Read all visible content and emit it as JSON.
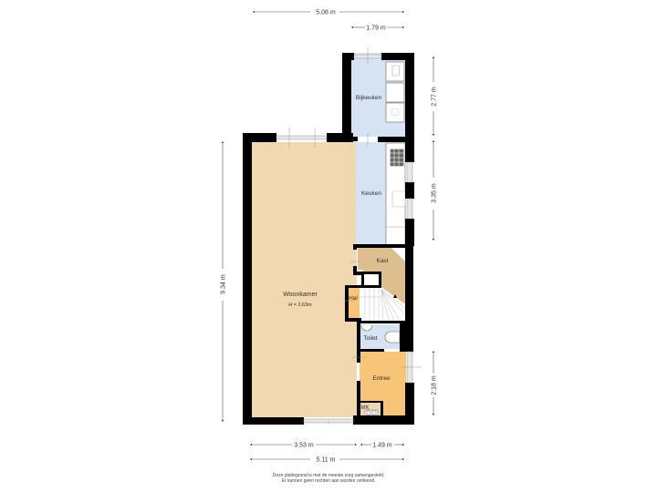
{
  "colors": {
    "wall": "#000000",
    "living": "#F2D8B0",
    "kitchen": "#D5E3F2",
    "storage": "#DDBE8E",
    "hall": "#F8C477",
    "entrance": "#F8C477",
    "window": "#D8D8D8"
  },
  "dimensions": {
    "top_total": "5.08 m",
    "top_partial": "1.79 m",
    "right_top": "2.77 m",
    "right_middle": "3.35 m",
    "right_bottom": "2.18 m",
    "left_height": "9.34 m",
    "bottom_left": "3.53 m",
    "bottom_right": "1.49 m",
    "bottom_total": "5.11 m"
  },
  "rooms": {
    "woonkamer": {
      "name": "Woonkamer",
      "height": "H = 2.63m"
    },
    "bijkeuken": {
      "name": "Bijkeuken"
    },
    "keuken": {
      "name": "Keuken"
    },
    "kast": {
      "name": "Kast"
    },
    "hal": {
      "name": "Hal"
    },
    "toilet": {
      "name": "Toilet"
    },
    "entree": {
      "name": "Entree"
    },
    "mk": {
      "name": "MK"
    }
  },
  "disclaimer": {
    "line1": "Deze plattegrond is met de meeste zorg samengesteld.",
    "line2": "Er kunnen geen rechten aan worden ontleend."
  }
}
